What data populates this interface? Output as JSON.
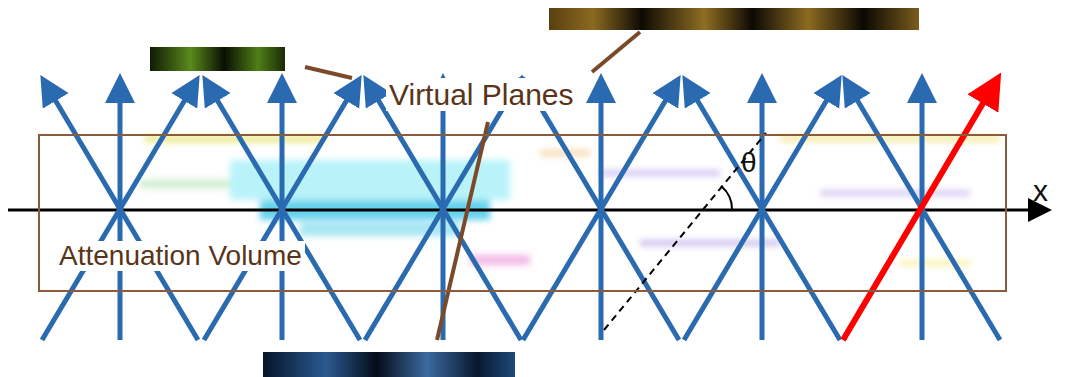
{
  "diagram": {
    "nodes": [
      {
        "text": [
          "Attenuation Volume"
        ]
      }
    ],
    "labels": [
      "Virtual Planes",
      "x",
      "θ"
    ]
  }
}
